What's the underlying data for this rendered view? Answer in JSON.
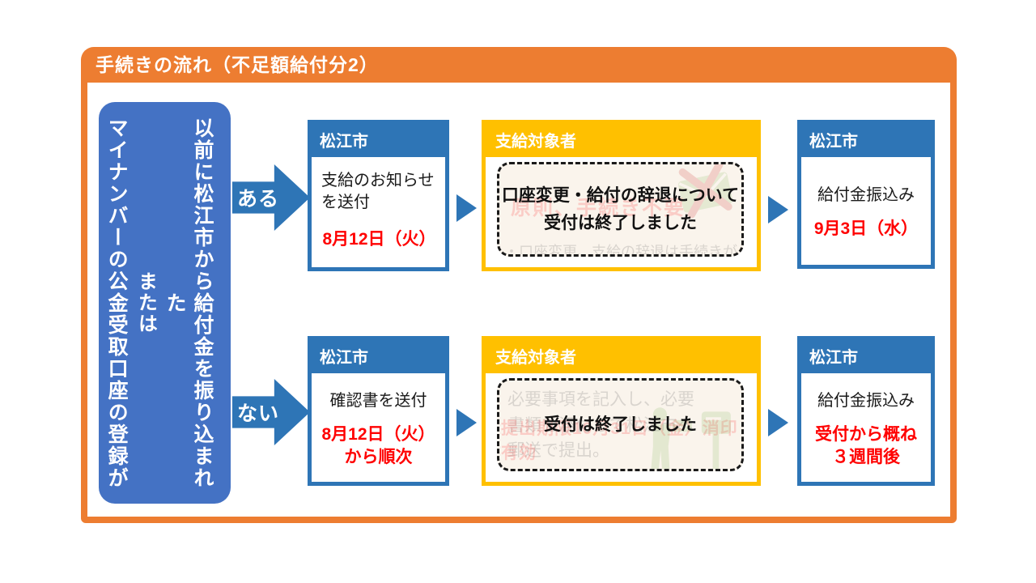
{
  "title": "手続きの流れ（不足額給付分2）",
  "colors": {
    "frame_orange": "#ED7D31",
    "panel_blue": "#4472C4",
    "step_blue": "#2E75B6",
    "target_gold": "#FFC000",
    "date_red": "#FF0000",
    "dashed_bg": "#FAF4EC"
  },
  "sidebar": {
    "line_received": "以前に松江市から給付金を振り込まれた",
    "connector": "または",
    "line_mynumber": "マイナンバーの公金受取口座の登録が"
  },
  "rows": [
    {
      "branch_label": "ある",
      "city1": {
        "header": "松江市",
        "body": "支給のお知らせ\nを送付",
        "date": "8月12日（火）"
      },
      "target": {
        "header": "支給対象者",
        "closed_notice": "口座変更・給付の辞退について\n受付は終了しました",
        "faded_primary": "原則、手続き不要",
        "faded_secondary": "・口座変更、支給の辞退は手続きが必要",
        "icon": "envelope-crossed-icon"
      },
      "city2": {
        "header": "松江市",
        "body": "給付金振込み",
        "date": "9月3日（水）"
      }
    },
    {
      "branch_label": "ない",
      "city1": {
        "header": "松江市",
        "body": "確認書を送付",
        "date": "8月12日（火）\nから順次"
      },
      "target": {
        "header": "支給対象者",
        "closed_notice": "受付は終了しました",
        "faded_secondary": "必要事項を記入し、必要\n書類を添付して松江市へ\n郵送で提出。",
        "faded_primary": "提出期限10月31日（金）消印有効",
        "icon": "mail-posting-person-icon"
      },
      "city2": {
        "header": "松江市",
        "body": "給付金振込み",
        "date": "受付から概ね\n３週間後"
      }
    }
  ]
}
